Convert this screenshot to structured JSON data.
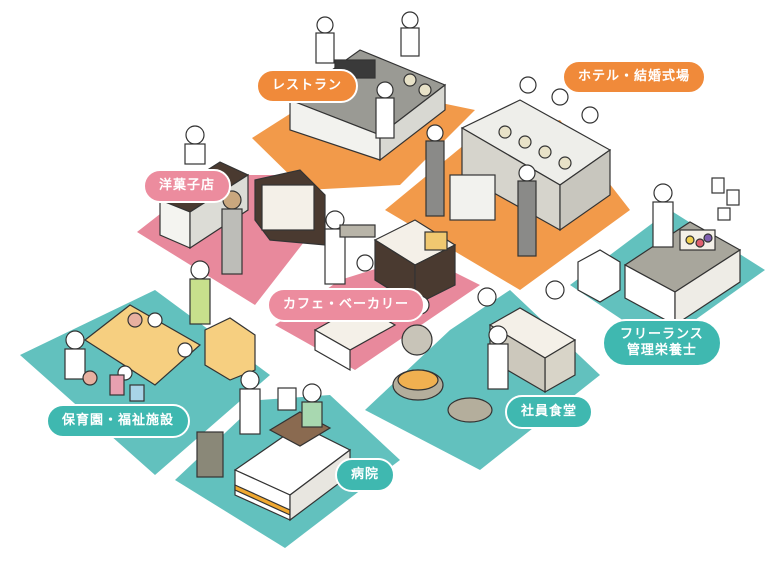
{
  "title": "Workplaces for registered dietitians",
  "colors": {
    "orange_floor": "#f29a4a",
    "pink_floor": "#e8899c",
    "teal_floor": "#62c1be",
    "orange_label": "#f08a3a",
    "pink_label": "#ec8c9e",
    "teal_label": "#3fb8b0"
  },
  "areas": [
    {
      "id": "restaurant",
      "label": "レストラン",
      "color_group": "orange",
      "scene": "kitchen counter with cooks and server"
    },
    {
      "id": "hotel",
      "label": "ホテル・結婚式場",
      "color_group": "orange",
      "scene": "chefs plating at banquet counter"
    },
    {
      "id": "patisserie",
      "label": "洋菓子店",
      "color_group": "pink",
      "scene": "pastry chef and cake display case"
    },
    {
      "id": "cafe",
      "label": "カフェ・ベーカリー",
      "color_group": "pink",
      "scene": "baker with bread shelves"
    },
    {
      "id": "nursery",
      "label": "保育園・福祉施設",
      "color_group": "teal",
      "scene": "children eating at table with caregivers"
    },
    {
      "id": "hospital",
      "label": "病院",
      "color_group": "teal",
      "scene": "nurse serving meal to patient in bed"
    },
    {
      "id": "cafeteria",
      "label": "社員食堂",
      "color_group": "teal",
      "scene": "staff cooking in large kettles"
    },
    {
      "id": "freelance",
      "label_lines": [
        "フリーランス",
        "管理栄養士"
      ],
      "color_group": "teal",
      "scene": "dietitian at desk with food models"
    }
  ]
}
